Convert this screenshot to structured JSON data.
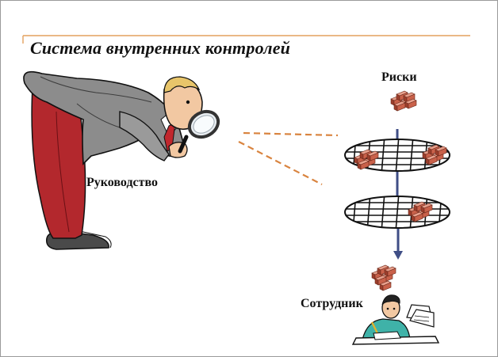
{
  "slide": {
    "title": "Система внутренних контролей",
    "accent_color": "#E3A15E",
    "labels": {
      "management": "Руководство",
      "risks": "Риски",
      "employee": "Сотрудник"
    }
  },
  "diagram": {
    "nodes": [
      {
        "id": "management",
        "label": "Руководство",
        "icon": "inspector-with-magnifier-icon"
      },
      {
        "id": "risks",
        "label": "Риски",
        "icon": "bricks-icon"
      },
      {
        "id": "control-net-1",
        "icon": "grid-net-icon"
      },
      {
        "id": "control-net-2",
        "icon": "grid-net-icon"
      },
      {
        "id": "employee",
        "label": "Сотрудник",
        "icon": "worker-at-desk-icon"
      }
    ],
    "edges": [
      {
        "from": "risks",
        "to": "control-net-1"
      },
      {
        "from": "control-net-1",
        "to": "control-net-2"
      },
      {
        "from": "control-net-2",
        "to": "employee"
      }
    ],
    "arrow_color": "#3F4E86",
    "net_color": "#111111",
    "brick_color": "#C9614A"
  }
}
